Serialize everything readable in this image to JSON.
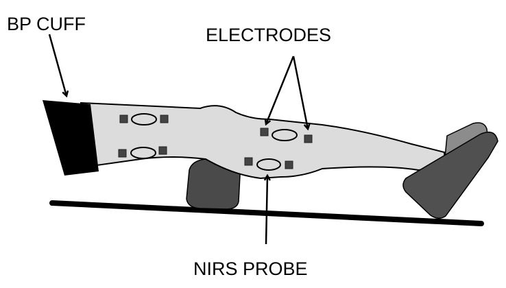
{
  "labels": {
    "bp_cuff": "BP CUFF",
    "electrodes": "ELECTRODES",
    "nirs_probe": "NIRS PROBE"
  },
  "colors": {
    "leg": "#dcdcdc",
    "outline": "#000000",
    "cuff": "#000000",
    "electrode": "#444444",
    "support_block": "#4a4a4a",
    "foot_front": "#505050",
    "foot_back": "#8c8c8c",
    "surface": "#000000"
  }
}
